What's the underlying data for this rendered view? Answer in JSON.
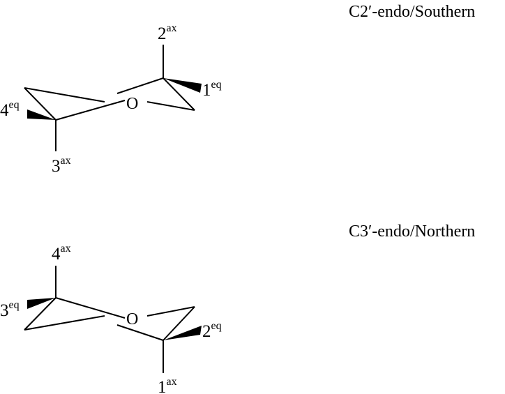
{
  "conformers": [
    {
      "title": "C2′-endo/Southern",
      "ring_atom": "O",
      "labels": [
        {
          "num": "2",
          "sup": "ax"
        },
        {
          "num": "1",
          "sup": "eq"
        },
        {
          "num": "4",
          "sup": "eq"
        },
        {
          "num": "3",
          "sup": "ax"
        }
      ]
    },
    {
      "title": "C3′-endo/Northern",
      "ring_atom": "O",
      "labels": [
        {
          "num": "4",
          "sup": "ax"
        },
        {
          "num": "3",
          "sup": "eq"
        },
        {
          "num": "2",
          "sup": "eq"
        },
        {
          "num": "1",
          "sup": "ax"
        }
      ]
    }
  ]
}
